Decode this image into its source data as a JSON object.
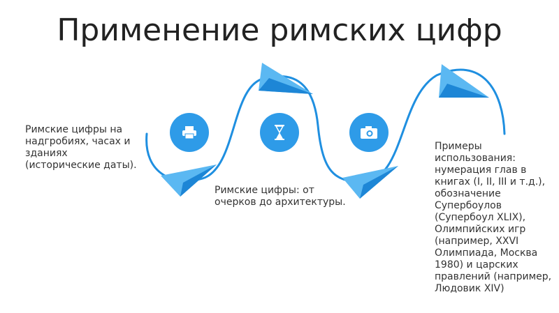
{
  "title": "Применение римских цифр",
  "colors": {
    "accent": "#2e9be8",
    "curve": "#1f8fe0",
    "plane_light": "#5bb8f2",
    "plane_dark": "#1d86d6"
  },
  "steps": [
    {
      "icon": "printer-icon",
      "text": "Римские цифры на надгробиях, часах и зданиях (исторические даты)."
    },
    {
      "icon": "hourglass-icon",
      "text": "Римские цифры: от очерков до архитектуры."
    },
    {
      "icon": "camera-icon",
      "text": "Примеры использования: нумерация глав в книгах (I, II, III и т.д.), обозначение Супербоулов (Супербоул XLIX), Олимпийских игр (например, XXVI Олимпиада, Москва 1980) и царских правлений (например, Людовик XIV)"
    }
  ]
}
